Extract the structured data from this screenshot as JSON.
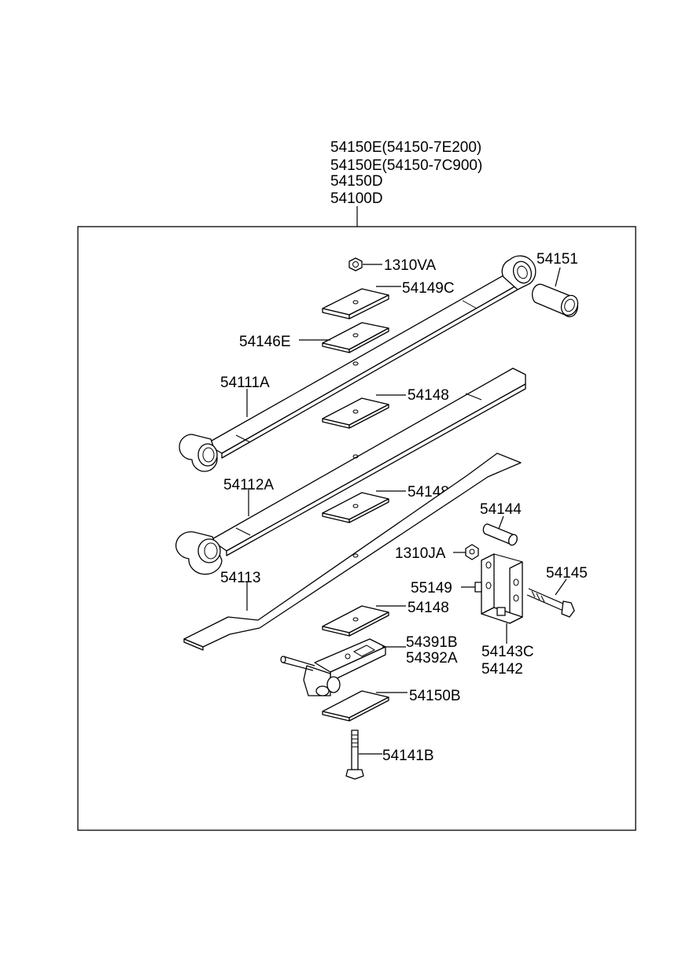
{
  "header_labels": [
    "54150E(54150-7E200)",
    "54150E(54150-7C900)",
    "54150D",
    "54100D"
  ],
  "callouts": {
    "nut_top": "1310VA",
    "bushing": "54151",
    "pad_top": "54149C",
    "plate_top": "54146E",
    "leaf_1": "54111A",
    "insert_1": "54148",
    "leaf_2": "54112A",
    "insert_2": "54148",
    "pin": "54144",
    "nut_shackle": "1310JA",
    "bolt_shackle": "54145",
    "leaf_3": "54113",
    "bushing_shackle": "55149",
    "insert_3": "54148",
    "shackle_1": "54143C",
    "shackle_2": "54142",
    "bracket_1": "54391B",
    "bracket_2": "54392A",
    "pad_bottom": "54150B",
    "center_bolt": "54141B"
  }
}
